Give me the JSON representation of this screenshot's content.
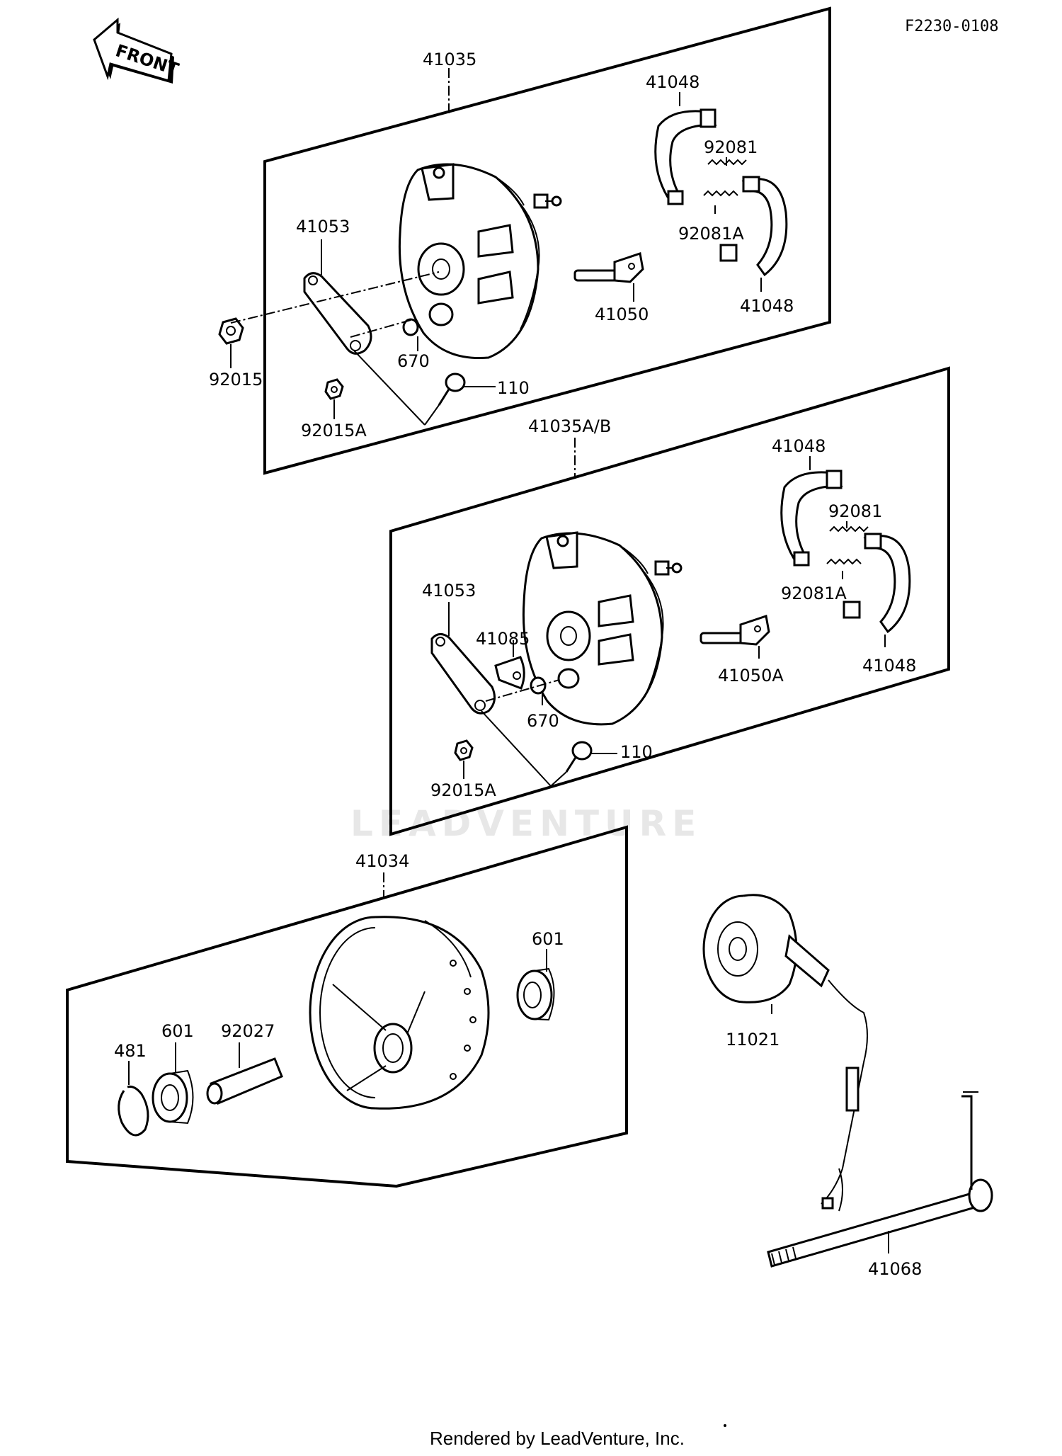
{
  "header": {
    "code": "F2230-0108"
  },
  "front_arrow": {
    "label": "FRONT"
  },
  "watermark": "LEADVENTURE",
  "footer": "Rendered by LeadVenture, Inc.",
  "groups": {
    "brake_panel_top": {
      "title": "41035",
      "labels": {
        "shoe_top": "41048",
        "spring": "92081",
        "spring_a": "92081A",
        "shoe_bottom": "41048",
        "cam": "41050",
        "lever": "41053",
        "nut": "92015",
        "nut_a": "92015A",
        "seal": "670",
        "bolt": "110"
      }
    },
    "brake_panel_mid": {
      "title": "41035A/B",
      "labels": {
        "shoe_top": "41048",
        "spring": "92081",
        "spring_a": "92081A",
        "shoe_bottom": "41048",
        "cam": "41050A",
        "lever": "41053",
        "indicator": "41085",
        "seal": "670",
        "bolt": "110",
        "nut_a": "92015A"
      }
    },
    "hub": {
      "title": "41034",
      "labels": {
        "bearing_right": "601",
        "circlip": "481",
        "bearing_left": "601",
        "spacer": "92027"
      }
    },
    "speedo": {
      "label": "11021"
    },
    "axle": {
      "label": "41068"
    }
  }
}
